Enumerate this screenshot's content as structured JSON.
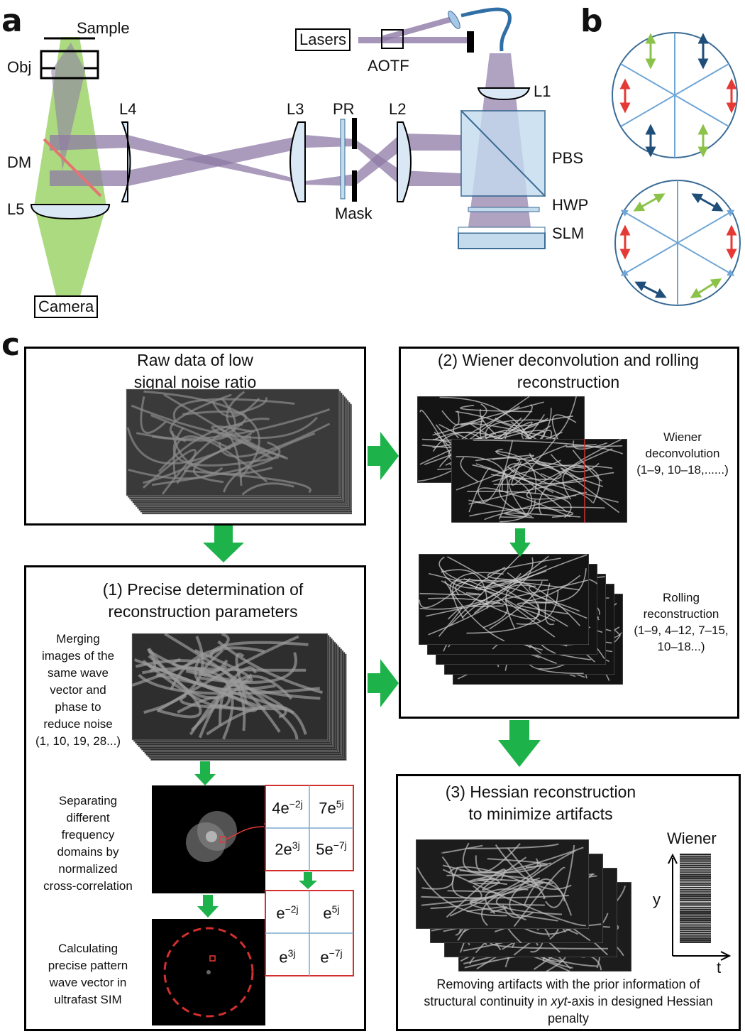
{
  "panel_a": {
    "letter": "a",
    "labels": {
      "sample": "Sample",
      "obj": "Obj",
      "dm": "DM",
      "l5": "L5",
      "l4": "L4",
      "l3": "L3",
      "pr": "PR",
      "mask": "Mask",
      "l2": "L2",
      "l1": "L1",
      "pbs": "PBS",
      "hwp": "HWP",
      "slm": "SLM",
      "lasers": "Lasers",
      "aotf": "AOTF",
      "camera": "Camera"
    },
    "colors": {
      "beam": "#8e7aa6",
      "green": "#9ed46a",
      "lens_fill": "#d9e8f4",
      "pbs": "#c4dbee",
      "dm": "#e57373"
    }
  },
  "panel_b": {
    "letter": "b",
    "colors": {
      "ring": "#3a6c96",
      "spoke": "#6fa6d6",
      "red": "#e53935",
      "green": "#8bc34a",
      "navy": "#1f4e79"
    }
  },
  "panel_c": {
    "letter": "c",
    "raw": {
      "title_line1": "Raw data of low",
      "title_line2": "signal noise ratio"
    },
    "step1": {
      "title_line1": "(1) Precise determination of",
      "title_line2": "reconstruction parameters",
      "merge_text": [
        "Merging",
        "images of the",
        "same wave",
        "vector and",
        "phase to",
        "reduce noise",
        "(1, 10, 19, 28...)"
      ],
      "separate_text": [
        "Separating",
        "different",
        "frequency",
        "domains by",
        "normalized",
        "cross-correlation"
      ],
      "calc_text": [
        "Calculating",
        "precise pattern",
        "wave vector in",
        "ultrafast SIM"
      ],
      "matrix_top": [
        "4e",
        "−2j",
        "7e",
        "5j",
        "2e",
        "3j",
        "5e",
        "−7j"
      ],
      "matrix_bottom": [
        "e",
        "−2j",
        "e",
        "5j",
        "e",
        "3j",
        "e",
        "−7j"
      ]
    },
    "step2": {
      "title_line1": "(2) Wiener deconvolution and rolling",
      "title_line2": "reconstruction",
      "wiener_text": [
        "Wiener",
        "deconvolution",
        "(1–9, 10–18,......)"
      ],
      "rolling_text": [
        "Rolling",
        "reconstruction",
        "(1–9, 4–12, 7–15,",
        "10–18...)"
      ]
    },
    "step3": {
      "title_line1": "(3) Hessian reconstruction",
      "title_line2": "to minimize artifacts",
      "wiener_label": "Wiener",
      "y_label": "y",
      "t_label": "t",
      "caption_line1": "Removing artifacts with the prior information of",
      "caption_pre": "structural continuity in ",
      "caption_italic": "xyt",
      "caption_post": "-axis in designed Hessian",
      "caption_line3": "penalty"
    },
    "colors": {
      "arrow": "#1db34a",
      "matrix_border": "#d32f2f",
      "matrix_grid": "#7fa8d0"
    }
  }
}
